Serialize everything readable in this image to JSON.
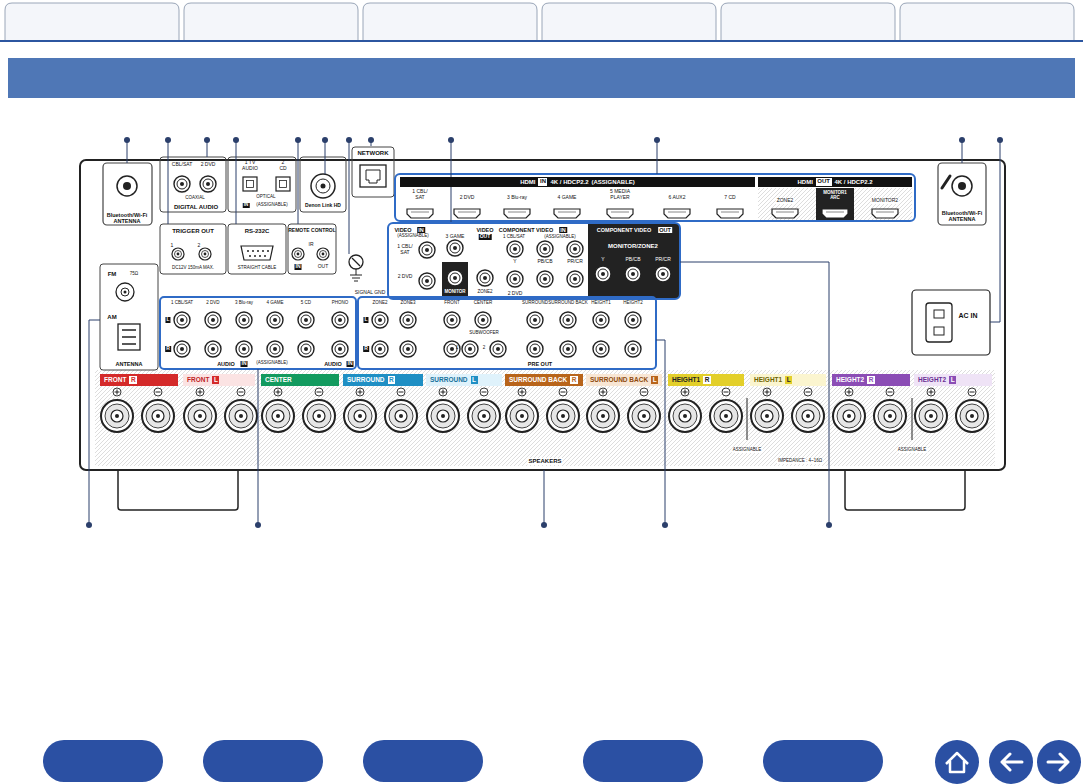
{
  "diagram": {
    "nodes": [
      {
        "text": [
          "HDMI",
          "IN",
          "4K / HDCP2.2",
          "(ASSIGNABLE)"
        ]
      },
      {
        "text": [
          "HDMI",
          "OUT",
          "4K / HDCP2.2"
        ]
      },
      {
        "text": [
          "FRONT",
          "R"
        ]
      },
      {
        "text": [
          "FRONT",
          "L"
        ]
      },
      {
        "text": [
          "CENTER"
        ]
      },
      {
        "text": [
          "SURROUND",
          "R"
        ]
      },
      {
        "text": [
          "SURROUND",
          "L"
        ]
      },
      {
        "text": [
          "SURROUND BACK",
          "R"
        ]
      },
      {
        "text": [
          "SURROUND BACK",
          "L"
        ]
      },
      {
        "text": [
          "HEIGHT1",
          "R"
        ]
      },
      {
        "text": [
          "HEIGHT1",
          "L"
        ]
      },
      {
        "text": [
          "HEIGHT2",
          "R"
        ]
      },
      {
        "text": [
          "HEIGHT2",
          "L"
        ]
      }
    ],
    "labels": [
      "Bluetooth/Wi-Fi ANTENNA",
      "CBL/SAT",
      "2 DVD",
      "COAXIAL",
      "DIGITAL AUDIO",
      "1 TV AUDIO",
      "2 CD",
      "OPTICAL",
      "IN",
      "(ASSIGNABLE)",
      "Denon Link HD",
      "NETWORK",
      "1 CBL/ SAT",
      "2 DVD",
      "3 Blu-ray",
      "4 GAME",
      "5 MEDIA PLAYER",
      "6 AUX2",
      "7 CD",
      "ZONE2",
      "MONITOR1 ARC",
      "MONITOR2",
      "Bluetooth/Wi-Fi ANTENNA",
      "TRIGGER OUT",
      "1",
      "2",
      "DC12V 150mA MAX.",
      "RS-232C",
      "STRAIGHT CABLE",
      "REMOTE CONTROL",
      "IR",
      "IN",
      "OUT",
      "SIGNAL GND",
      "VIDEO",
      "IN",
      "(ASSIGNABLE)",
      "1 CBL/ SAT",
      "2 DVD",
      "3 GAME",
      "VIDEO",
      "OUT",
      "MONITOR",
      "ZONE2",
      "COMPONENT VIDEO",
      "IN",
      "1 CBL/SAT",
      "(ASSIGNABLE)",
      "Y",
      "PB/CB",
      "PR/CR",
      "2 DVD",
      "COMPONENT VIDEO",
      "OUT",
      "MONITOR/ZONE2",
      "Y",
      "PB/CB",
      "PR/CR",
      "FM",
      "75Ω",
      "AM",
      "ANTENNA",
      "1 CBL/SAT",
      "2 DVD",
      "3 Blu-ray",
      "4 GAME",
      "5 CD",
      "PHONO",
      "L",
      "R",
      "AUDIO",
      "IN",
      "(ASSIGNABLE)",
      "AUDIO",
      "IN",
      "ZONE2",
      "ZONE3",
      "FRONT",
      "CENTER",
      "SURROUND",
      "SURROUND BACK",
      "HEIGHT1",
      "HEIGHT2",
      "L",
      "R",
      "SUBWOOFER",
      "1",
      "2",
      "PRE OUT",
      "AC IN",
      "SPEAKERS",
      "ASSIGNABLE",
      "ASSIGNABLE",
      "IMPEDANCE : 4~16Ω"
    ]
  }
}
